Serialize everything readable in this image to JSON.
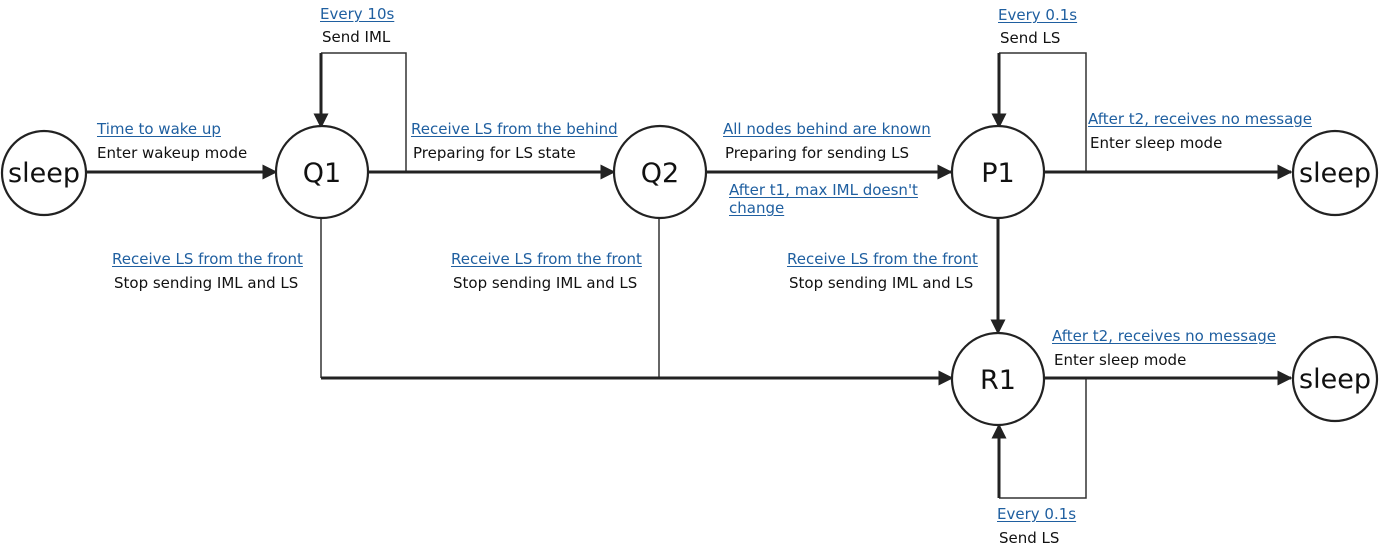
{
  "nodes": {
    "sleep_left": "sleep",
    "q1": "Q1",
    "q2": "Q2",
    "p1": "P1",
    "r1": "R1",
    "sleep_right_top": "sleep",
    "sleep_right_bottom": "sleep"
  },
  "transitions": {
    "sleep_to_q1": {
      "trigger": "Time to wake up",
      "action": "Enter wakeup mode"
    },
    "q1_loop": {
      "trigger": "Every 10s",
      "action": "Send IML"
    },
    "q1_to_q2": {
      "trigger": "Receive LS from the behind",
      "action": "Preparing for LS state"
    },
    "q2_to_p1": {
      "trigger_top": "All nodes behind are known",
      "action": "Preparing for sending LS",
      "trigger_bottom": "After t1, max IML doesn't change"
    },
    "p1_loop": {
      "trigger": "Every 0.1s",
      "action": "Send LS"
    },
    "p1_to_sleep": {
      "trigger": "After t2, receives no message",
      "action": "Enter sleep mode"
    },
    "q1_to_r1": {
      "trigger": "Receive LS from the front",
      "action": "Stop sending IML and LS"
    },
    "q2_to_r1": {
      "trigger": "Receive LS from the front",
      "action": "Stop sending IML and LS"
    },
    "p1_to_r1": {
      "trigger": "Receive LS from the front",
      "action": "Stop sending IML and LS"
    },
    "r1_to_sleep": {
      "trigger": "After t2, receives no message",
      "action": "Enter sleep mode"
    },
    "r1_loop": {
      "trigger": "Every 0.1s",
      "action": "Send LS"
    }
  }
}
